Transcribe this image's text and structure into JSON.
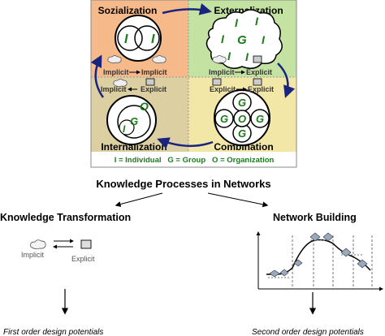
{
  "seci": {
    "quadrants": {
      "socialization": "Sozialization",
      "externalization": "Externalization",
      "internalization": "Internalization",
      "combination": "Combination"
    },
    "transitions": {
      "top_left": {
        "from": "Implicit",
        "to": "Implicit"
      },
      "top_right": {
        "from": "Implicit",
        "to": "Explicit"
      },
      "bottom_left": {
        "from": "Implicit",
        "to": "Explicit"
      },
      "bottom_right": {
        "from": "Explicit",
        "to": "Explicit"
      }
    },
    "marks": {
      "individual": "I",
      "group": "G",
      "organization": "O"
    },
    "legend": "I = Individual   G = Group   O = Organization",
    "colors": {
      "soc_bg": "#f6b98a",
      "ext_bg": "#c4e3a2",
      "int_bg": "#dccfa2",
      "comb_bg": "#f3e7a8",
      "letter": "#1d7a1d",
      "arrow": "#1a237e"
    }
  },
  "main_title": "Knowledge Processes in Networks",
  "left_branch": {
    "title": "Knowledge Transformation",
    "implicit_label": "Implicit",
    "explicit_label": "Explicit",
    "footer": "First order design potentials"
  },
  "right_branch": {
    "title": "Network Building",
    "footer": "Second order design potentials"
  }
}
